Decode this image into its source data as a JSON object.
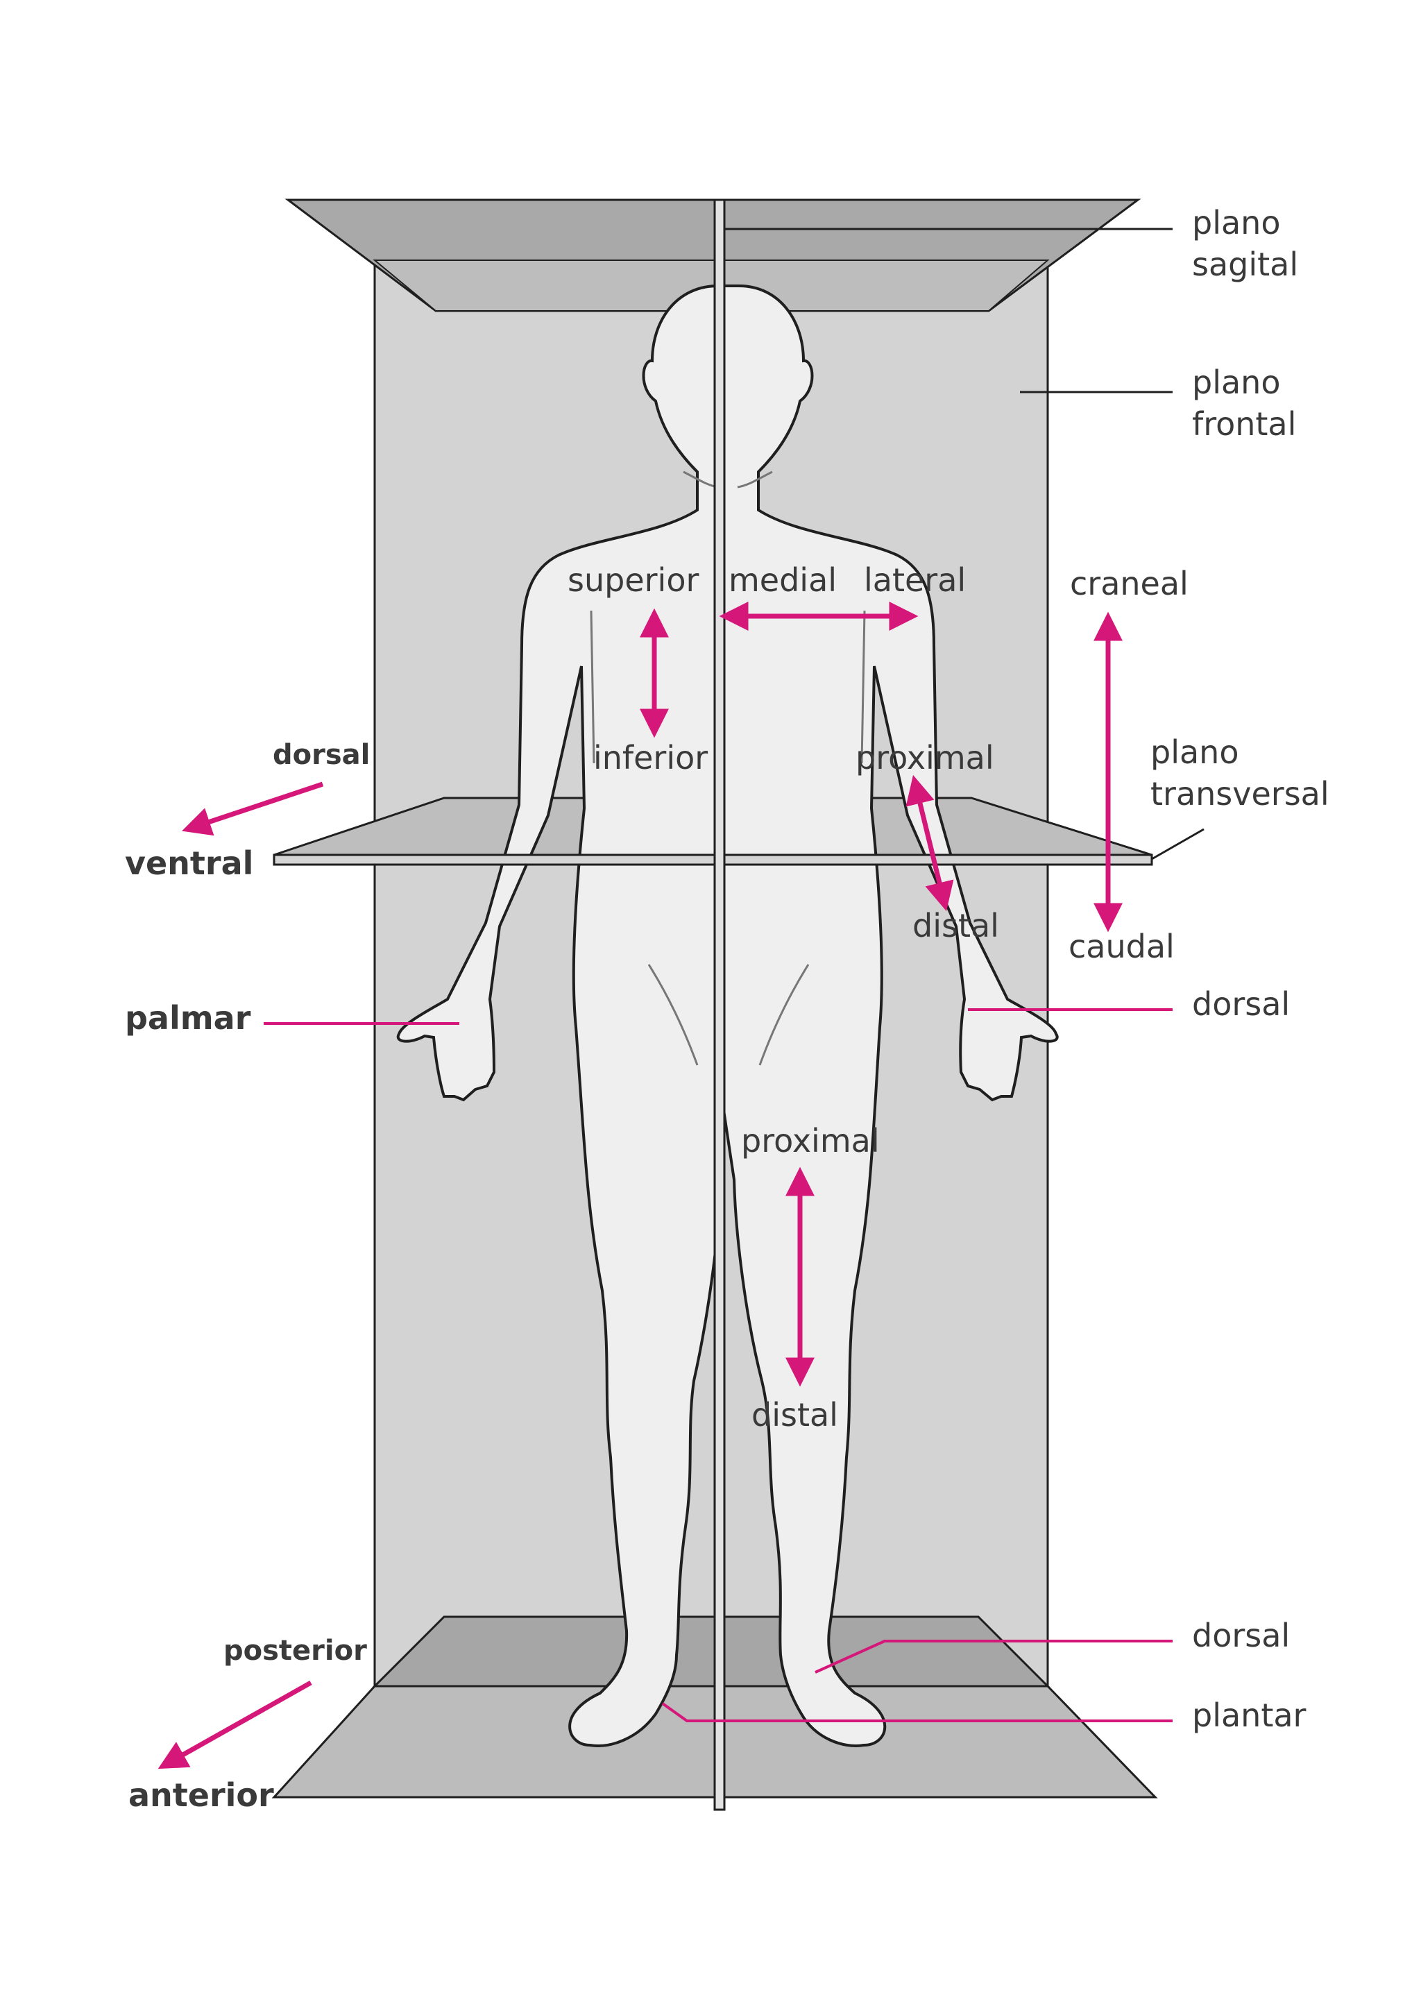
{
  "colors": {
    "accent": "#d6177a",
    "plane_dark": "#a6a6a6",
    "plane_mid": "#c4c4c4",
    "plane_light": "#d3d3d3",
    "body_fill": "#efefef",
    "outline": "#1f1f1f",
    "text": "#3a3a3a"
  },
  "labels": {
    "plano_sagital": "plano sagital",
    "plano_frontal": "plano frontal",
    "plano_transversal": "plano transversal",
    "superior": "superior",
    "medial": "medial",
    "lateral": "lateral",
    "craneal": "craneal",
    "inferior": "inferior",
    "proximal_arm": "proximal",
    "dorsal_left": "dorsal",
    "ventral": "ventral",
    "distal_arm": "distal",
    "caudal": "caudal",
    "palmar": "palmar",
    "dorsal_hand": "dorsal",
    "proximal_leg": "proximal",
    "distal_leg": "distal",
    "posterior": "posterior",
    "anterior": "anterior",
    "dorsal_foot": "dorsal",
    "plantar": "plantar"
  }
}
